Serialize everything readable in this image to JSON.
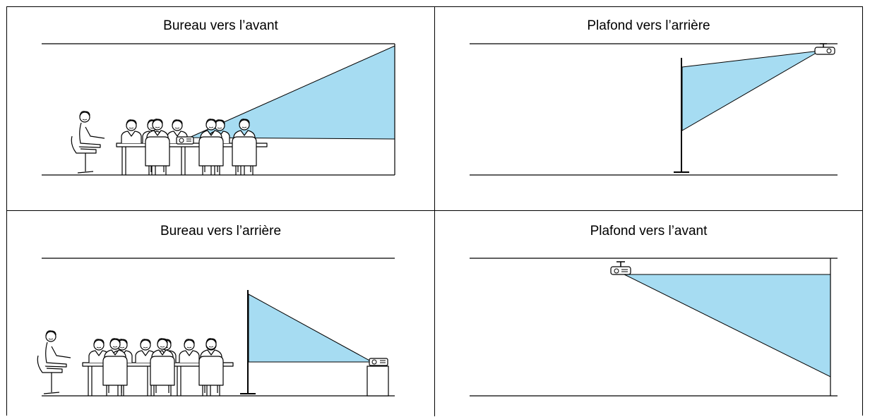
{
  "panels": [
    {
      "caption": "Bureau vers l’avant"
    },
    {
      "caption": "Plafond vers l’arrière"
    },
    {
      "caption": "Bureau vers l’arrière"
    },
    {
      "caption": "Plafond vers l’avant"
    }
  ],
  "colors": {
    "beam": "#a6dcf2",
    "line": "#000000",
    "background": "#ffffff"
  },
  "icons": [
    "projector-icon",
    "person-icon",
    "chair-icon",
    "table-icon",
    "screen-icon"
  ]
}
